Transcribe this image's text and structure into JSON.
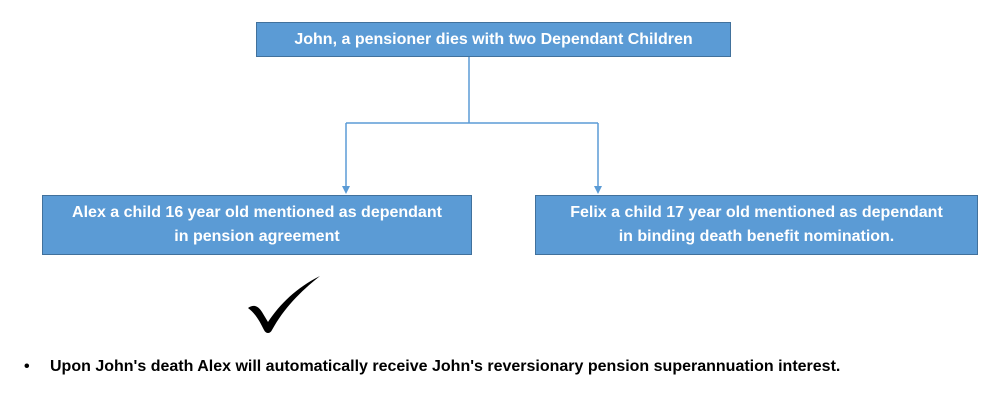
{
  "diagram": {
    "root": {
      "text": "John, a pensioner dies with two Dependant Children"
    },
    "children": [
      {
        "line1": "Alex a child 16 year old mentioned as dependant",
        "line2": "in pension agreement"
      },
      {
        "line1": "Felix a child 17 year old mentioned as dependant",
        "line2": "in binding death benefit nomination."
      }
    ],
    "colors": {
      "box_fill": "#5b9bd5",
      "box_border": "#41719c",
      "connector": "#5b9bd5"
    },
    "mark": {
      "icon": "checkmark-icon"
    }
  },
  "notes": {
    "bullet_glyph": "•",
    "items": [
      "Upon John's death Alex will automatically receive John's reversionary pension superannuation interest."
    ]
  }
}
